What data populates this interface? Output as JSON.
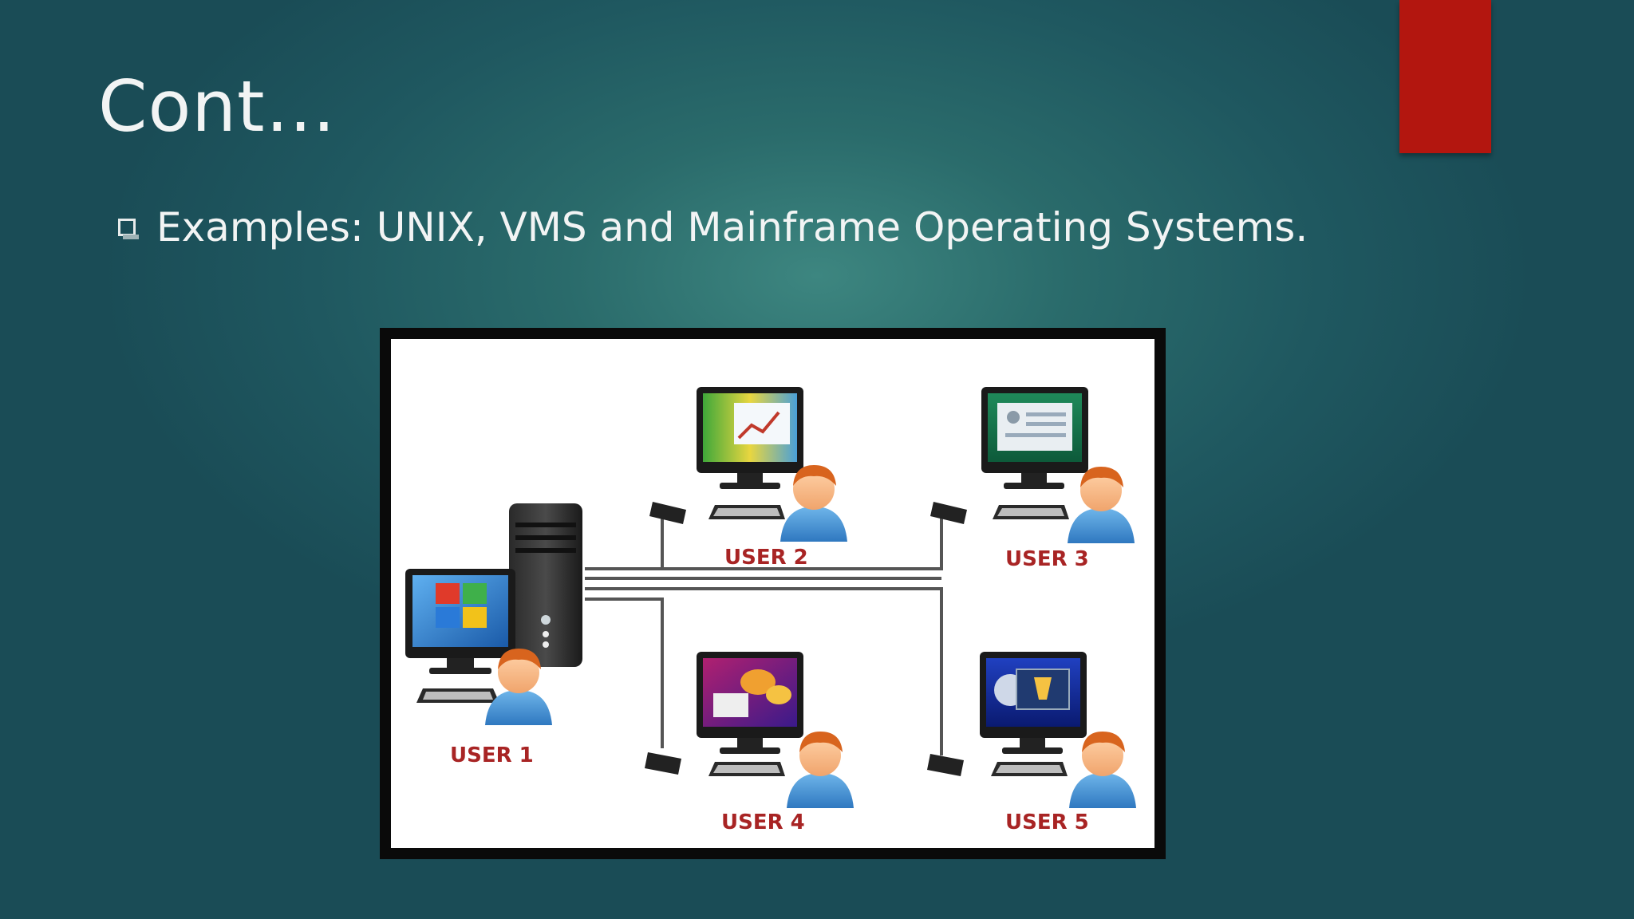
{
  "slide": {
    "title": "Cont…",
    "bullet": "Examples: UNIX, VMS and Mainframe Operating Systems.",
    "accent_color": "#b3160f"
  },
  "diagram": {
    "users": [
      {
        "label": "USER 1",
        "screen": "windows-logo"
      },
      {
        "label": "USER 2",
        "screen": "chart-window"
      },
      {
        "label": "USER 3",
        "screen": "document-window"
      },
      {
        "label": "USER 4",
        "screen": "chat-bubbles"
      },
      {
        "label": "USER 5",
        "screen": "media-window"
      }
    ],
    "icons": [
      "server-tower-icon",
      "monitor-icon",
      "keyboard-icon",
      "mouse-icon",
      "user-avatar-icon"
    ]
  }
}
